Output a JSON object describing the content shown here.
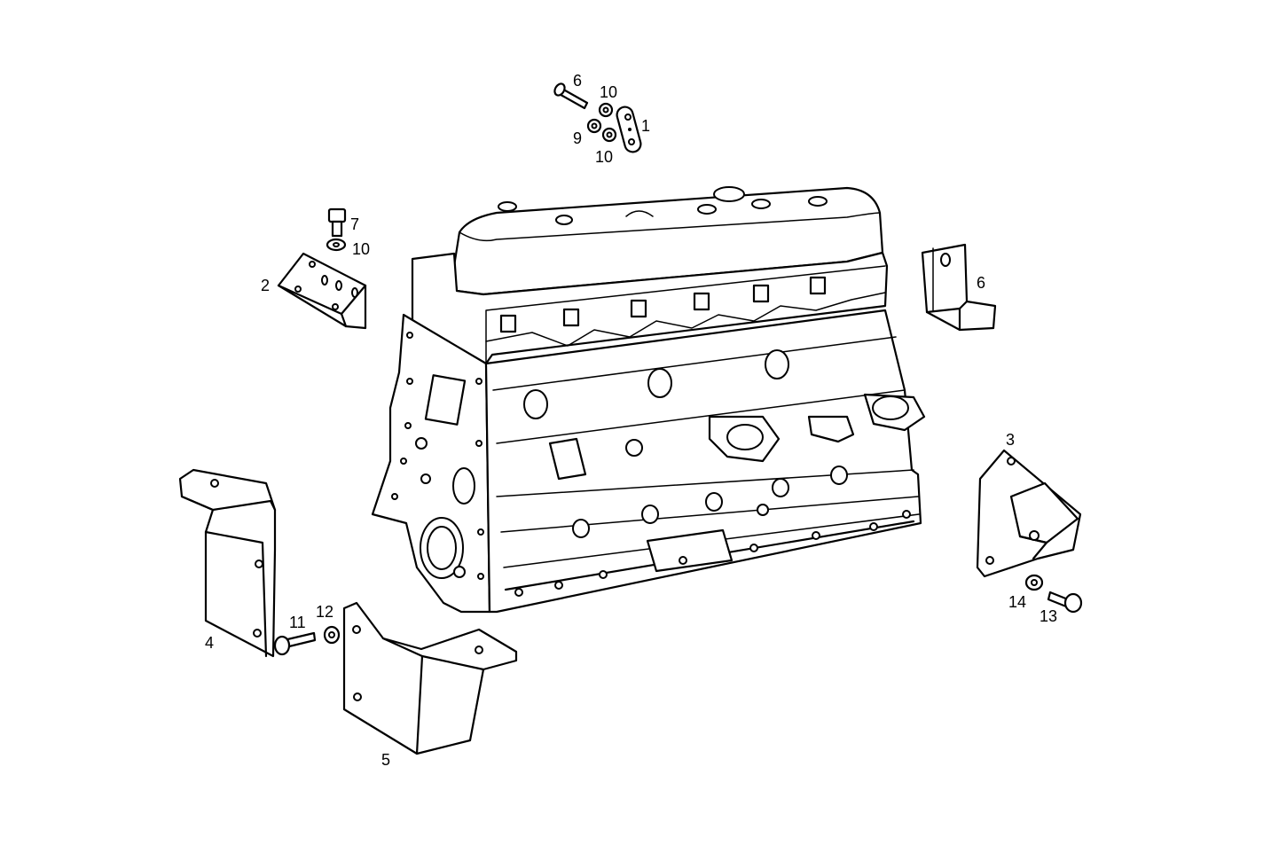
{
  "diagram": {
    "callouts": {
      "c1": "1",
      "c2": "2",
      "c3": "3",
      "c4": "4",
      "c5": "5",
      "c6_top": "6",
      "c6_right": "6",
      "c7": "7",
      "c9": "9",
      "c10_top_a": "10",
      "c10_top_b": "10",
      "c10_left": "10",
      "c11": "11",
      "c12": "12",
      "c13": "13",
      "c14": "14"
    }
  }
}
